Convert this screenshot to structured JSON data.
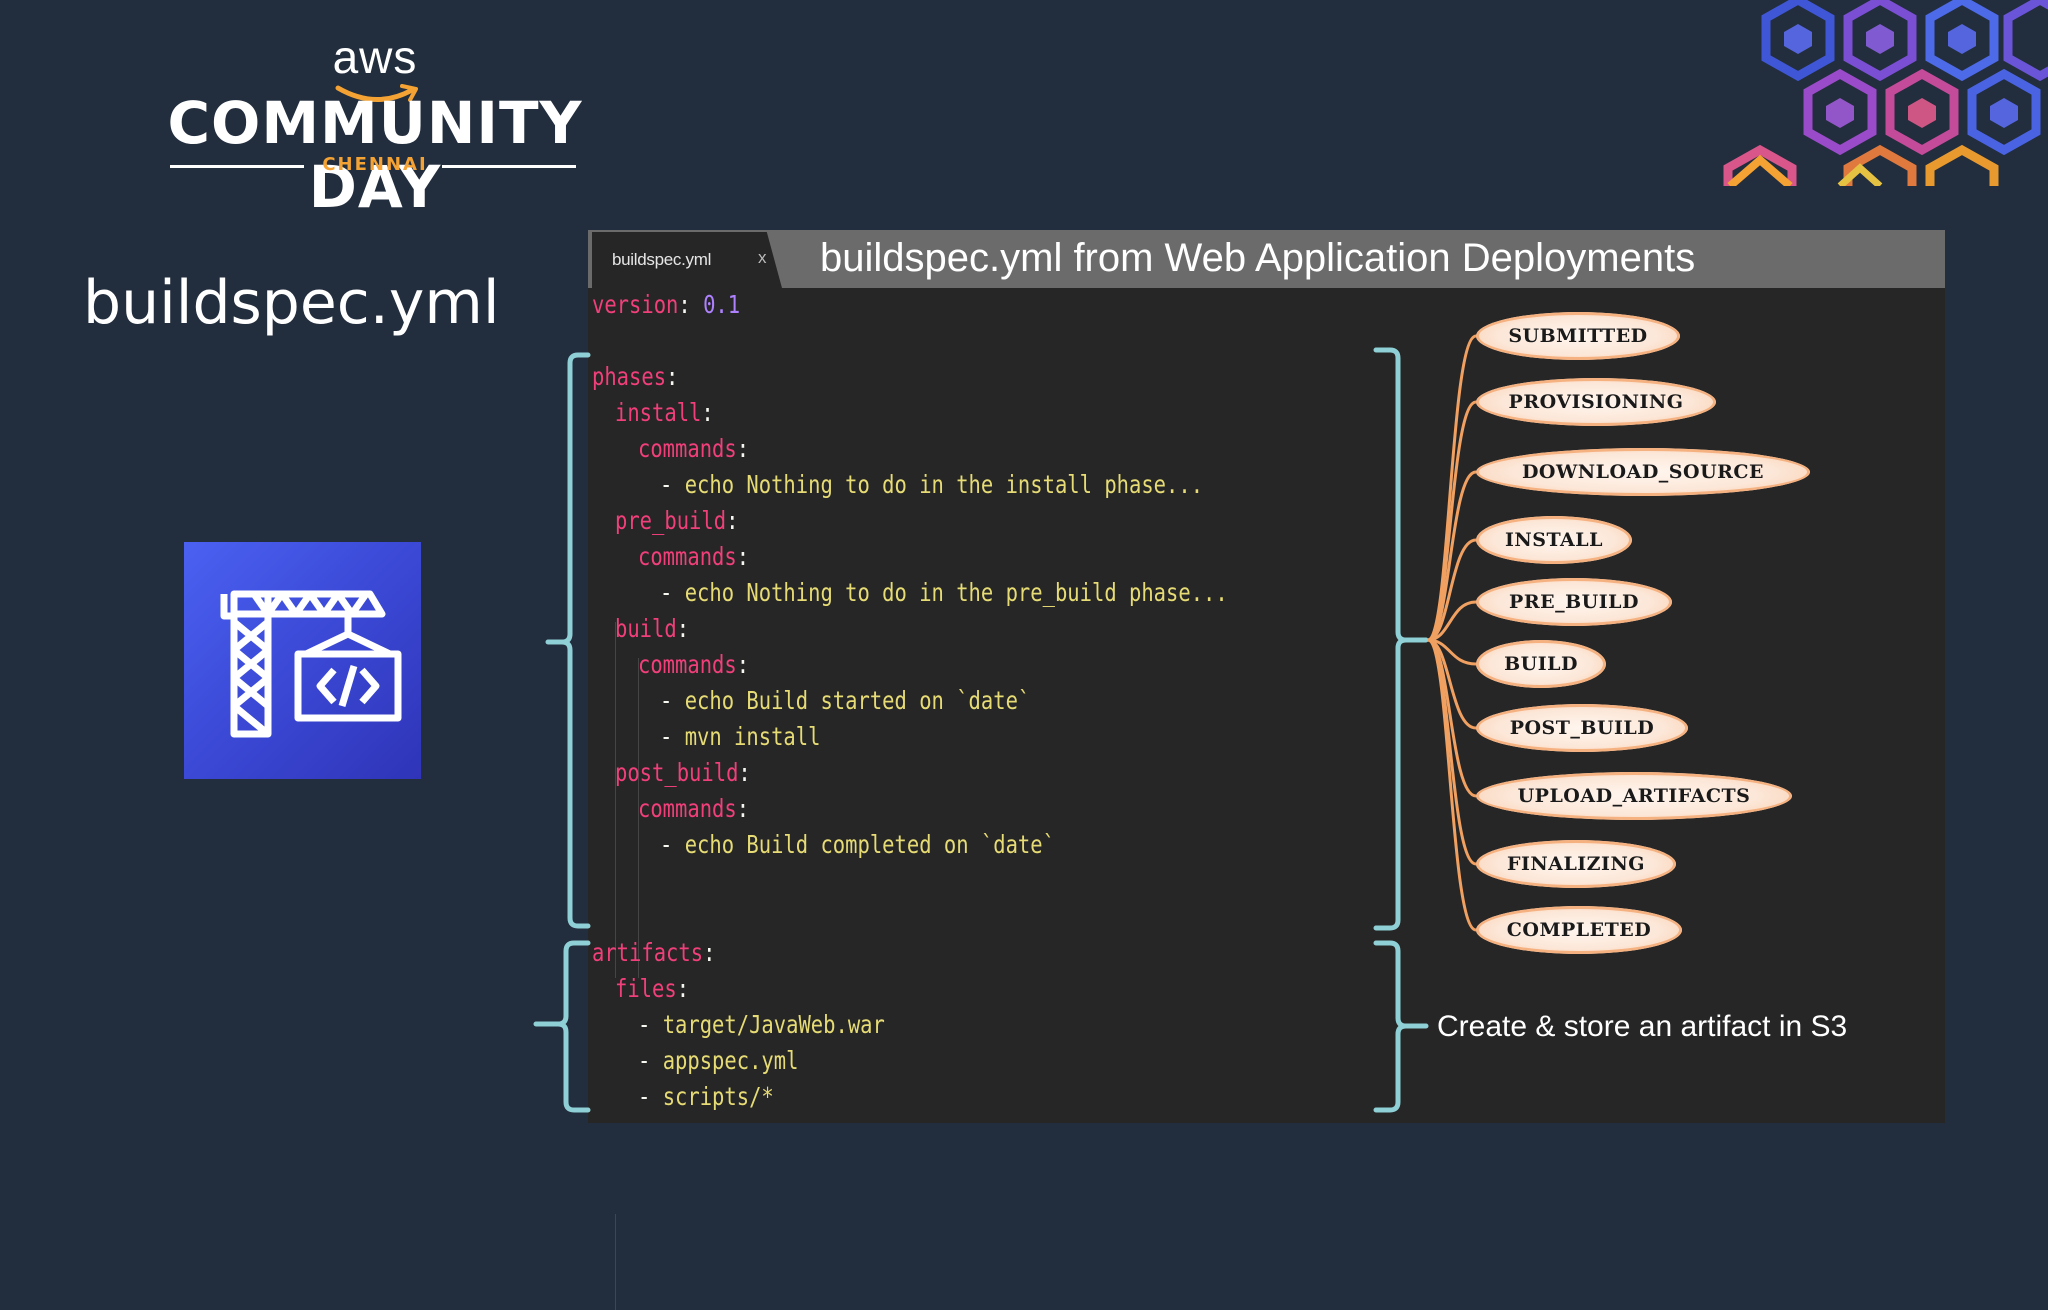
{
  "logo": {
    "aws": "aws",
    "event": "COMMUNITY DAY",
    "city": "CHENNAI"
  },
  "slide": {
    "title": "buildspec.yml"
  },
  "editor": {
    "tab_label": "buildspec.yml",
    "tab_close": "x",
    "window_title": "buildspec.yml from Web Application Deployments",
    "code": {
      "version_key": "version",
      "version_value": "0.1",
      "phases_key": "phases",
      "install_key": "install",
      "install_commands_key": "commands",
      "install_cmd": "echo Nothing to do in the install phase...",
      "pre_build_key": "pre_build",
      "pre_build_commands_key": "commands",
      "pre_build_cmd": "echo Nothing to do in the pre_build phase...",
      "build_key": "build",
      "build_commands_key": "commands",
      "build_cmd_1": "echo Build started on `date`",
      "build_cmd_2": "mvn install",
      "post_build_key": "post_build",
      "post_build_commands_key": "commands",
      "post_build_cmd": "echo Build completed on `date`",
      "artifacts_key": "artifacts",
      "files_key": "files",
      "file_1": "target/JavaWeb.war",
      "file_2": "appspec.yml",
      "file_3": "scripts/*"
    }
  },
  "phases": [
    "SUBMITTED",
    "PROVISIONING",
    "DOWNLOAD_SOURCE",
    "INSTALL",
    "PRE_BUILD",
    "BUILD",
    "POST_BUILD",
    "UPLOAD_ARTIFACTS",
    "FINALIZING",
    "COMPLETED"
  ],
  "artifact_note": "Create & store an artifact in S3",
  "colors": {
    "background": "#222d3d",
    "accent_orange": "#f3a233",
    "yaml_key": "#f13f7a",
    "yaml_string": "#e6db74",
    "yaml_number": "#ae81ff",
    "bracket": "#8fd0d6",
    "phase_connector": "#f0a060"
  }
}
